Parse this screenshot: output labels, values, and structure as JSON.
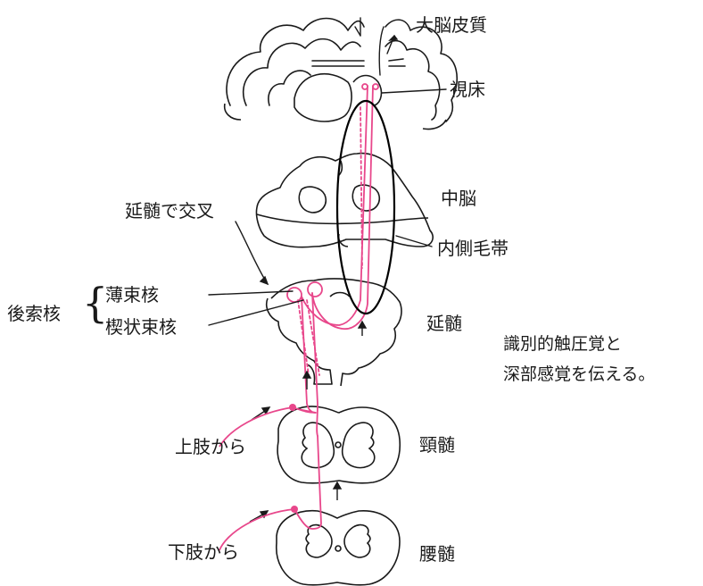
{
  "labels": {
    "cortex": "大脳皮質",
    "thalamus": "視床",
    "midbrain": "中脳",
    "medial_lemniscus": "内側毛帯",
    "decussation": "延髄で交叉",
    "posterior_column_nuclei": "後索核",
    "nucleus_gracilis": "薄束核",
    "nucleus_cuneatus": "楔状束核",
    "medulla": "延髄",
    "cervical_cord": "頸髄",
    "lumbar_cord": "腰髄",
    "from_upper_limb": "上肢から",
    "from_lower_limb": "下肢から",
    "note_line1": "識別的触圧覚と",
    "note_line2": "深部感覚を伝える。"
  },
  "colors": {
    "pathway": "#e8478b",
    "outline": "#1a1a1a",
    "background": "#ffffff"
  }
}
